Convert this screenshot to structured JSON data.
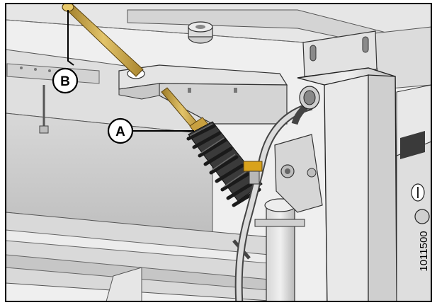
{
  "callouts": [
    {
      "id": "callout-a",
      "label": "A"
    },
    {
      "id": "callout-b",
      "label": "B"
    }
  ],
  "figure_number": "1011500",
  "colors": {
    "frame_border": "#000000",
    "metal_light": "#e4e4e4",
    "metal_mid": "#c9c9c9",
    "metal_dark": "#8d8d8d",
    "spring_dark": "#2f2f2f",
    "bolt_gold": "#c8a040",
    "bolt_highlight": "#e8c96a",
    "fitting_yellow": "#d8a21c"
  }
}
